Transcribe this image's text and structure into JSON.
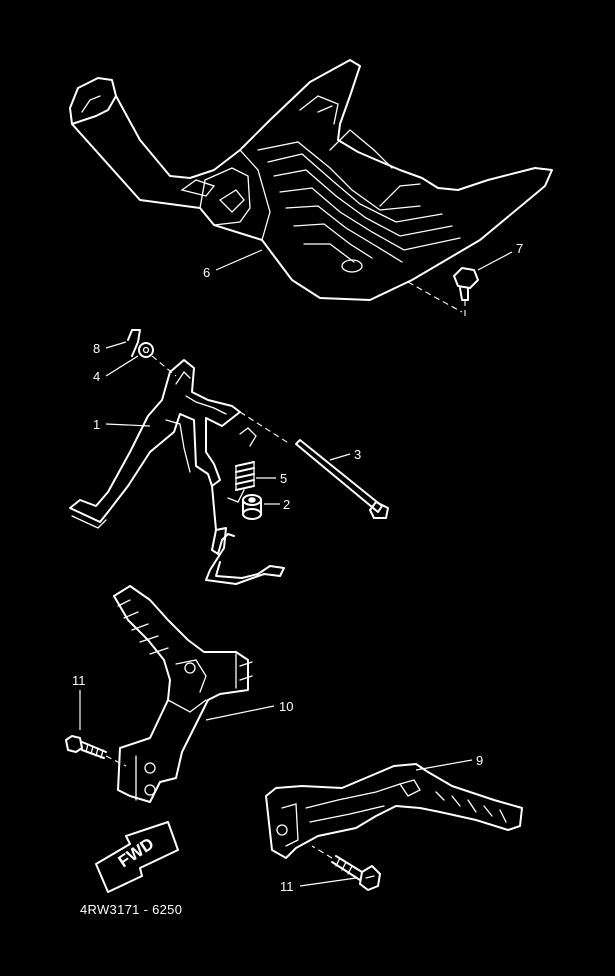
{
  "diagram": {
    "drawing_code": "4RW3171 - 6250",
    "direction_label": "FWD",
    "callouts": [
      {
        "id": "c6",
        "label": "6"
      },
      {
        "id": "c7",
        "label": "7"
      },
      {
        "id": "c8",
        "label": "8"
      },
      {
        "id": "c4",
        "label": "4"
      },
      {
        "id": "c1",
        "label": "1"
      },
      {
        "id": "c3",
        "label": "3"
      },
      {
        "id": "c5",
        "label": "5"
      },
      {
        "id": "c2",
        "label": "2"
      },
      {
        "id": "c11a",
        "label": "11"
      },
      {
        "id": "c10",
        "label": "10"
      },
      {
        "id": "c9",
        "label": "9"
      },
      {
        "id": "c11b",
        "label": "11"
      }
    ]
  }
}
